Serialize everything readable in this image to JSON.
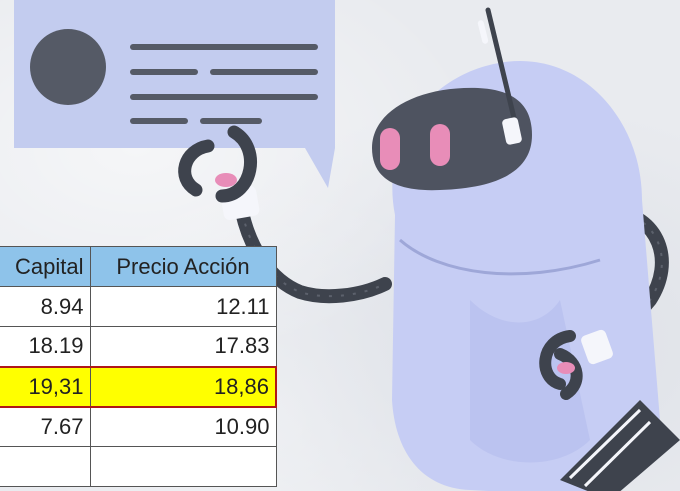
{
  "table": {
    "headers": [
      "Capital",
      "Precio Acción"
    ],
    "rows": [
      [
        "8.94",
        "12.11"
      ],
      [
        "18.19",
        "17.83"
      ],
      [
        "19,31",
        "18,86"
      ],
      [
        "7.67",
        "10.90"
      ],
      [
        "",
        ""
      ]
    ],
    "highlight_row": 2,
    "colors": {
      "header_bg": "#8ec3ea",
      "highlight_bg": "#ffff00",
      "highlight_border": "#b01818"
    }
  },
  "illustration": {
    "bubble_color": "#c3ccef",
    "robot_body_color": "#c6cdf4",
    "robot_visor_color": "#4e5360",
    "robot_eye_color": "#e88db8",
    "icons": [
      "speech-bubble-icon",
      "robot-illustration"
    ]
  }
}
